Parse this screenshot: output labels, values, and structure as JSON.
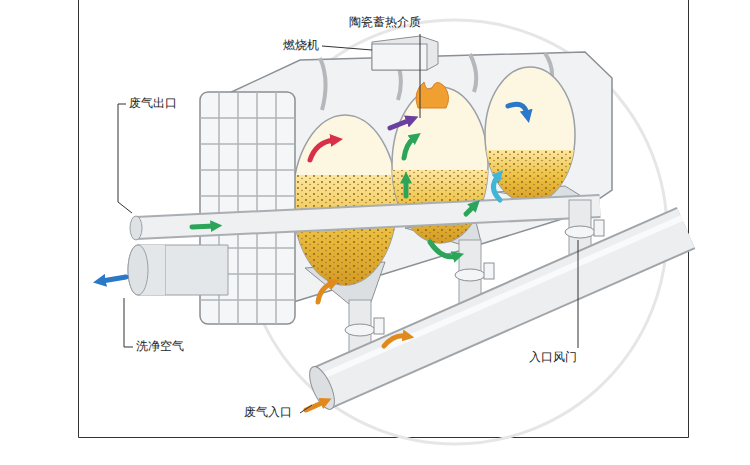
{
  "diagram": {
    "labels": [
      "陶瓷蓄热介质",
      "燃烧机",
      "废气出口",
      "洗净空气",
      "入口风门",
      "废气入口"
    ]
  }
}
